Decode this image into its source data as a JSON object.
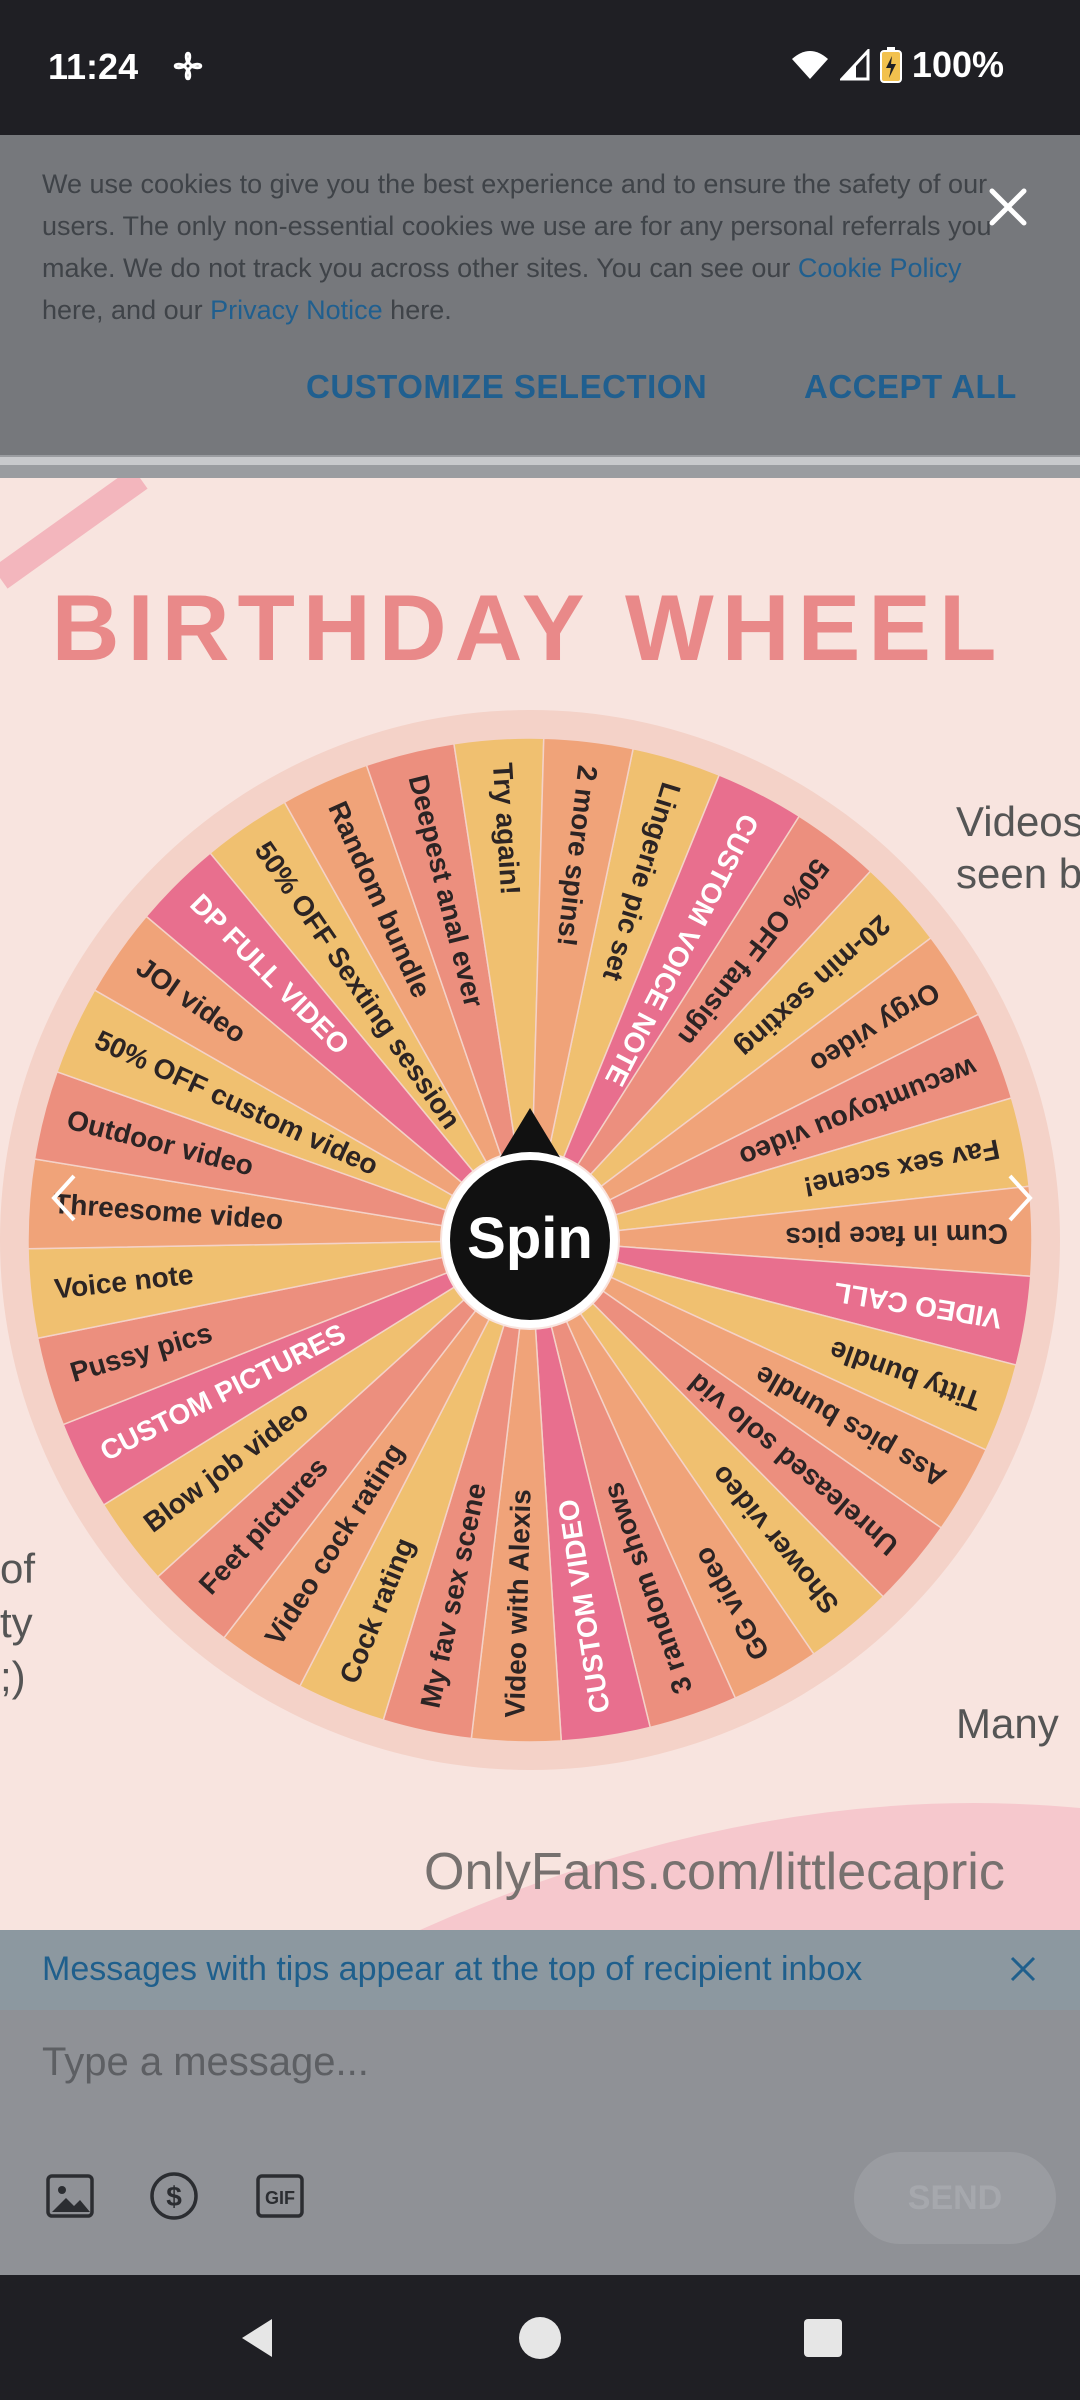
{
  "status": {
    "time": "11:24",
    "battery": "100%"
  },
  "cookie": {
    "text1": "We use cookies to give you the best experience and to ensure the safety of our users. The only non-essential cookies we use are for any personal referrals you make. We do not track you across other sites. You can see our ",
    "link1": "Cookie Policy",
    "text2": " here, and our ",
    "link2": "Privacy Notice",
    "text3": " here.",
    "customize_label": "CUSTOMIZE SELECTION",
    "accept_label": "ACCEPT ALL"
  },
  "viewer": {
    "title": "BIRTHDAY WHEEL",
    "spin_label": "Spin",
    "right_side_line1": "Videos",
    "right_side_line2": "seen b",
    "right_side_bottom": "Many",
    "left_side": [
      "of",
      "ty",
      ";)"
    ],
    "watermark": "OnlyFans.com/littlecapric"
  },
  "wheel": {
    "labels": [
      "Lingerie pic set",
      "CUSTOM VOICE NOTE",
      "50% OFF fansign",
      "20-min sexting",
      "Orgy video",
      "wecumtoyou video",
      "Fav sex scene!",
      "Cum in face pics",
      "VIDEO CALL",
      "Titty bundle",
      "Ass pics bundle",
      "Unreleased solo vid",
      "Shower video",
      "GG video",
      "3 random shows",
      "CUSTOM VIDEO",
      "Video with Alexis",
      "My fav sex scene",
      "Cock rating",
      "Video cock rating",
      "Feet pictures",
      "Blow job video",
      "CUSTOM PICTURES",
      "Pussy pics",
      "Voice note",
      "Threesome video",
      "Outdoor video",
      "50% OFF custom video",
      "JOI video",
      "DP FULL VIDEO",
      "50% OFF Sexting session",
      "Random bundle",
      "Deepest anal ever",
      "Try again!",
      "2 more spins!"
    ],
    "colors": {
      "pink": "#e86f8e",
      "peach": "#f0a379",
      "yellow": "#f0c070",
      "rim": "#f4d2c8",
      "title": "#e98989"
    }
  },
  "tip": {
    "text": "Messages with tips appear at the top of recipient inbox"
  },
  "composer": {
    "placeholder": "Type a message...",
    "send_label": "SEND",
    "gif_label": "GIF"
  }
}
